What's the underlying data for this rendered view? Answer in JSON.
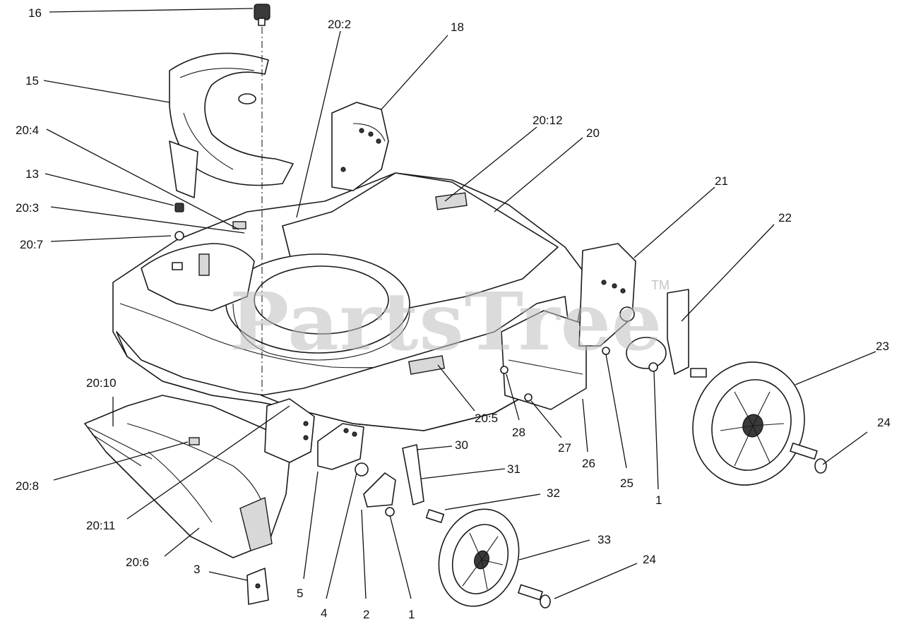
{
  "watermark": {
    "text": "PartsTree",
    "trademark": "TM"
  },
  "callouts": {
    "c16": "16",
    "c15": "15",
    "c20_4": "20:4",
    "c13": "13",
    "c20_3": "20:3",
    "c20_7": "20:7",
    "c20_2": "20:2",
    "c18": "18",
    "c20_12": "20:12",
    "c20": "20",
    "c21": "21",
    "c22": "22",
    "c23": "23",
    "c24a": "24",
    "c20_10": "20:10",
    "c20_8": "20:8",
    "c20_11": "20:11",
    "c20_6": "20:6",
    "c3": "3",
    "c5": "5",
    "c4": "4",
    "c2": "2",
    "c1a": "1",
    "c20_5": "20:5",
    "c28": "28",
    "c27": "27",
    "c26": "26",
    "c25": "25",
    "c1b": "1",
    "c30": "30",
    "c31": "31",
    "c32": "32",
    "c33": "33",
    "c24b": "24"
  }
}
